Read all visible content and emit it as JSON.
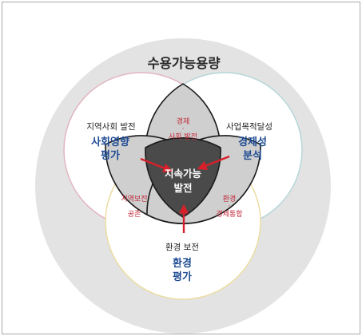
{
  "diagram": {
    "title": "수용가능용량",
    "center": {
      "line1": "지속가능",
      "line2": "발전"
    },
    "left": {
      "caption": "지역사회 발전",
      "assessment_line1": "사회영향",
      "assessment_line2": "평가"
    },
    "right": {
      "caption": "사업목적달성",
      "assessment_line1": "경제성",
      "assessment_line2": "분석"
    },
    "bottom": {
      "caption": "환경 보전",
      "assessment_line1": "환경",
      "assessment_line2": "평가"
    },
    "overlap_top": {
      "line1": "경제",
      "dot": "·",
      "line2": "사회 발전"
    },
    "overlap_left": {
      "line1": "지역보전",
      "dot": "·",
      "line2": "공존"
    },
    "overlap_right": {
      "line1": "환경",
      "dot": "·",
      "line2": "경제통합"
    },
    "colors": {
      "outer_disc": "#e3e3e3",
      "left_circle_stroke": "#e2b6c0",
      "right_circle_stroke": "#b7d6d9",
      "bottom_circle_stroke": "#ecdca4",
      "lens_fill": "#cfcfcf",
      "center_fill": "#4a4a4a",
      "assessment_text": "#1e4b93",
      "overlap_text": "#c22a3a",
      "arrow": "#d8202a"
    }
  }
}
